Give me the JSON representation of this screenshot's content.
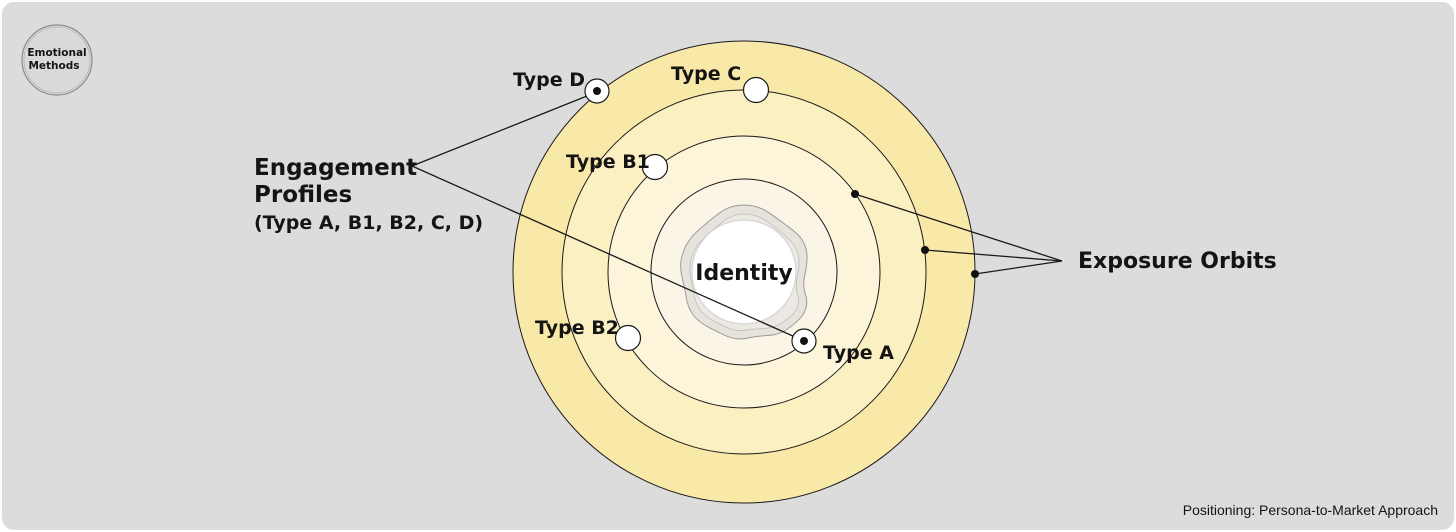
{
  "logo": {
    "line1": "Emotional",
    "line2": "Methods"
  },
  "center_label": "Identity",
  "profiles": {
    "title_line1": "Engagement",
    "title_line2": "Profiles",
    "subtitle": "(Type A, B1, B2, C, D)"
  },
  "orbits_label": "Exposure Orbits",
  "types": {
    "a": "Type A",
    "b1": "Type B1",
    "b2": "Type B2",
    "c": "Type C",
    "d": "Type D"
  },
  "footer": "Positioning: Persona-to-Market Approach",
  "colors": {
    "background": "#dcdcdc",
    "ring_outer": "#f9e9a8",
    "ring_2": "#fbf0c2",
    "ring_3": "#fcf5da",
    "ring_4": "#faf5e6",
    "core_blob": "#e6e2dc",
    "core": "#ffffff",
    "stroke": "#1a1a1a"
  }
}
